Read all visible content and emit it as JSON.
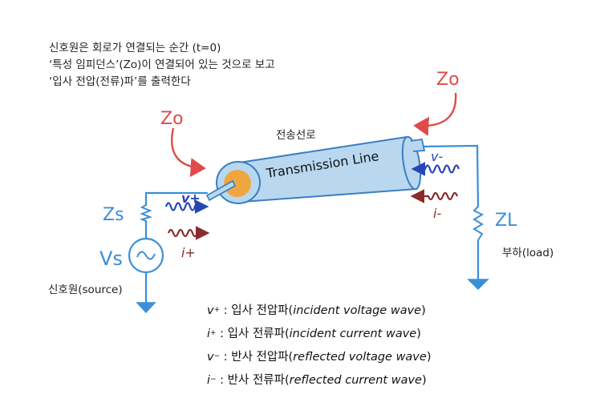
{
  "note": {
    "line1": "신호원은 회로가 연결되는 순간 (t=0)",
    "line2": "‘특성 임피던스’(Zo)이 연결되어 있는 것으로 보고",
    "line3": "‘입사 전압(전류)파’를 출력한다"
  },
  "labels": {
    "line_korean": "전송선로",
    "line_english": "Transmission Line",
    "source_name": "신호원(source)",
    "load_name": "부하(load)",
    "z0_left": "Zo",
    "z0_right": "Zo",
    "zs": "Zs",
    "zl": "ZL",
    "vs": "Vs",
    "v_plus": "v+",
    "i_plus": "i+",
    "v_minus": "v-",
    "i_minus": "i-"
  },
  "legend": [
    {
      "sym": "v",
      "sup": "+",
      "kr": " : 입사 전압파(",
      "en": "incident voltage wave",
      "end": ")"
    },
    {
      "sym": "i",
      "sup": "+",
      "kr": " : 입사 전류파(",
      "en": "incident current wave",
      "end": ")"
    },
    {
      "sym": "v",
      "sup": "−",
      "kr": " : 반사 전압파(",
      "en": "reflected voltage wave",
      "end": ")"
    },
    {
      "sym": "i",
      "sup": "−",
      "kr": " : 반사 전류파(",
      "en": "reflected current wave",
      "end": ")"
    }
  ],
  "colors": {
    "wire": "#3a8fd8",
    "cable_fill": "#b9d7ef",
    "cable_edge": "#3a7fbf",
    "core": "#f0a640",
    "z0_red": "#e04a4a",
    "voltage_wave": "#2646b8",
    "current_wave": "#8a2a2a"
  }
}
